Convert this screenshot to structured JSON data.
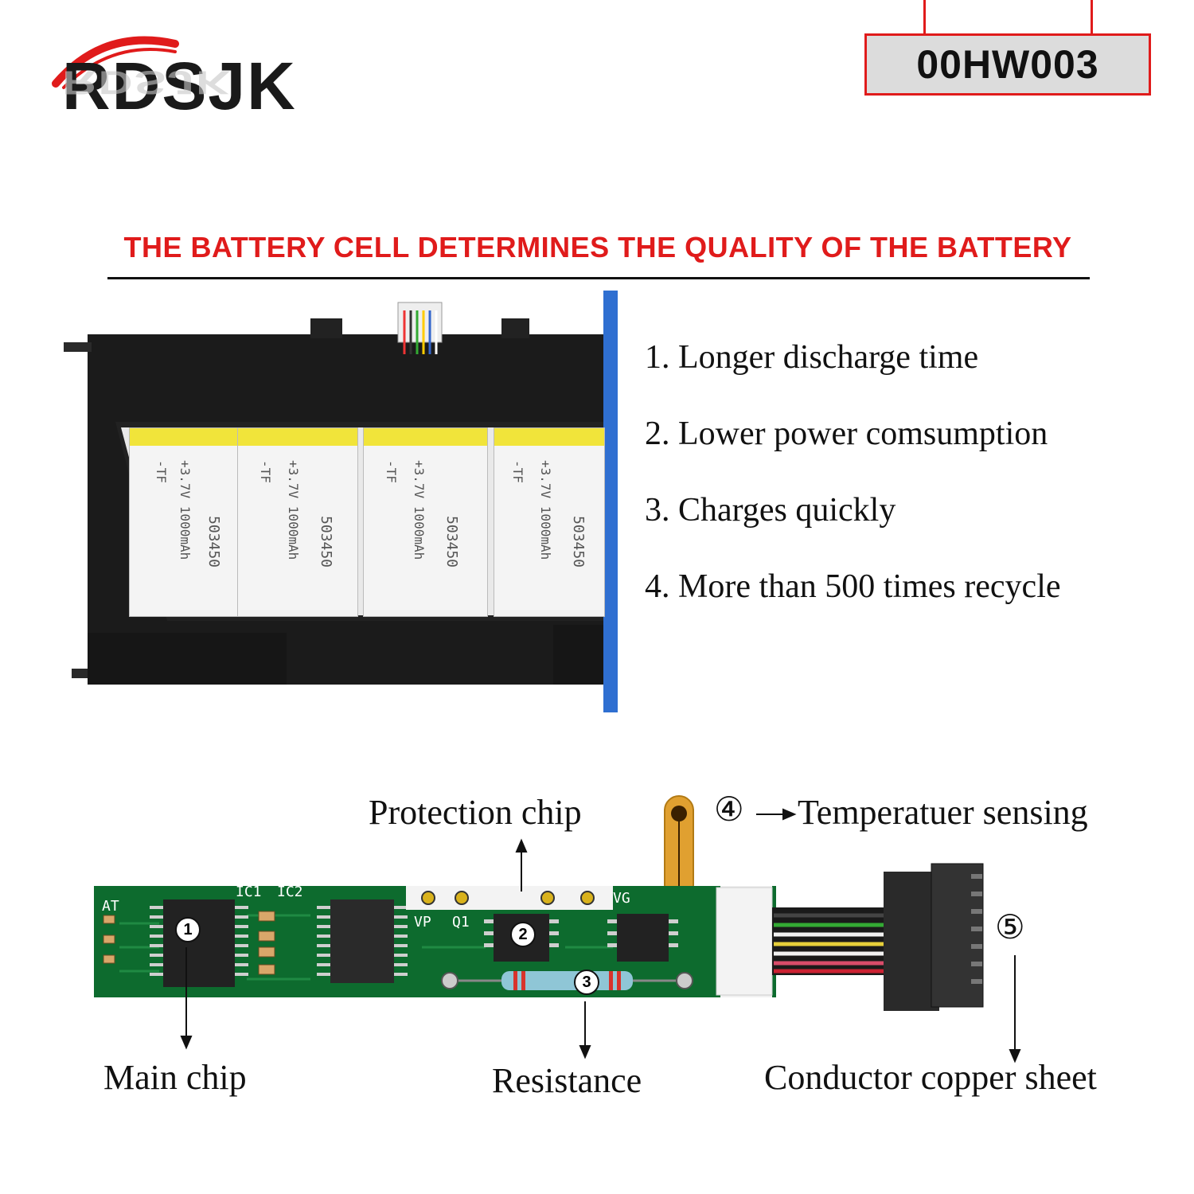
{
  "brand": {
    "logo_text": "RDSJK"
  },
  "model": {
    "code": "00HW003"
  },
  "headline": "THE BATTERY CELL DETERMINES THE QUALITY OF THE BATTERY",
  "features": [
    "1. Longer discharge time",
    "2. Lower power comsumption",
    "3. Charges quickly",
    "4. More than 500 times recycle"
  ],
  "cells": [
    {
      "model": "503450",
      "spec": "+3.7V 1000mAh",
      "tag": "-TF"
    },
    {
      "model": "503450",
      "spec": "+3.7V 1000mAh",
      "tag": "-TF"
    },
    {
      "model": "503450",
      "spec": "+3.7V 1000mAh",
      "tag": "-TF"
    },
    {
      "model": "503450",
      "spec": "+3.7V 1000mAh",
      "tag": "-TF"
    }
  ],
  "pcb": {
    "silkscreen": {
      "ic1": "IC1",
      "ic2": "IC2",
      "at": "AT",
      "vp": "VP",
      "q1": "Q1",
      "vg": "VG"
    },
    "markers": [
      "1",
      "2",
      "3",
      "4",
      "5"
    ],
    "circled": {
      "four": "④",
      "five": "⑤"
    },
    "labels": {
      "protection_chip": "Protection chip",
      "temperature_sensing": "Temperatuer sensing",
      "main_chip": "Main chip",
      "resistance": "Resistance",
      "conductor": "Conductor copper sheet"
    }
  },
  "colors": {
    "accent_red": "#e01b1b",
    "pcb_green": "#0d6b2e",
    "cell_yellow": "#f1e43a",
    "battery_black": "#1b1b1b",
    "divider_blue": "#2f6fd1"
  }
}
